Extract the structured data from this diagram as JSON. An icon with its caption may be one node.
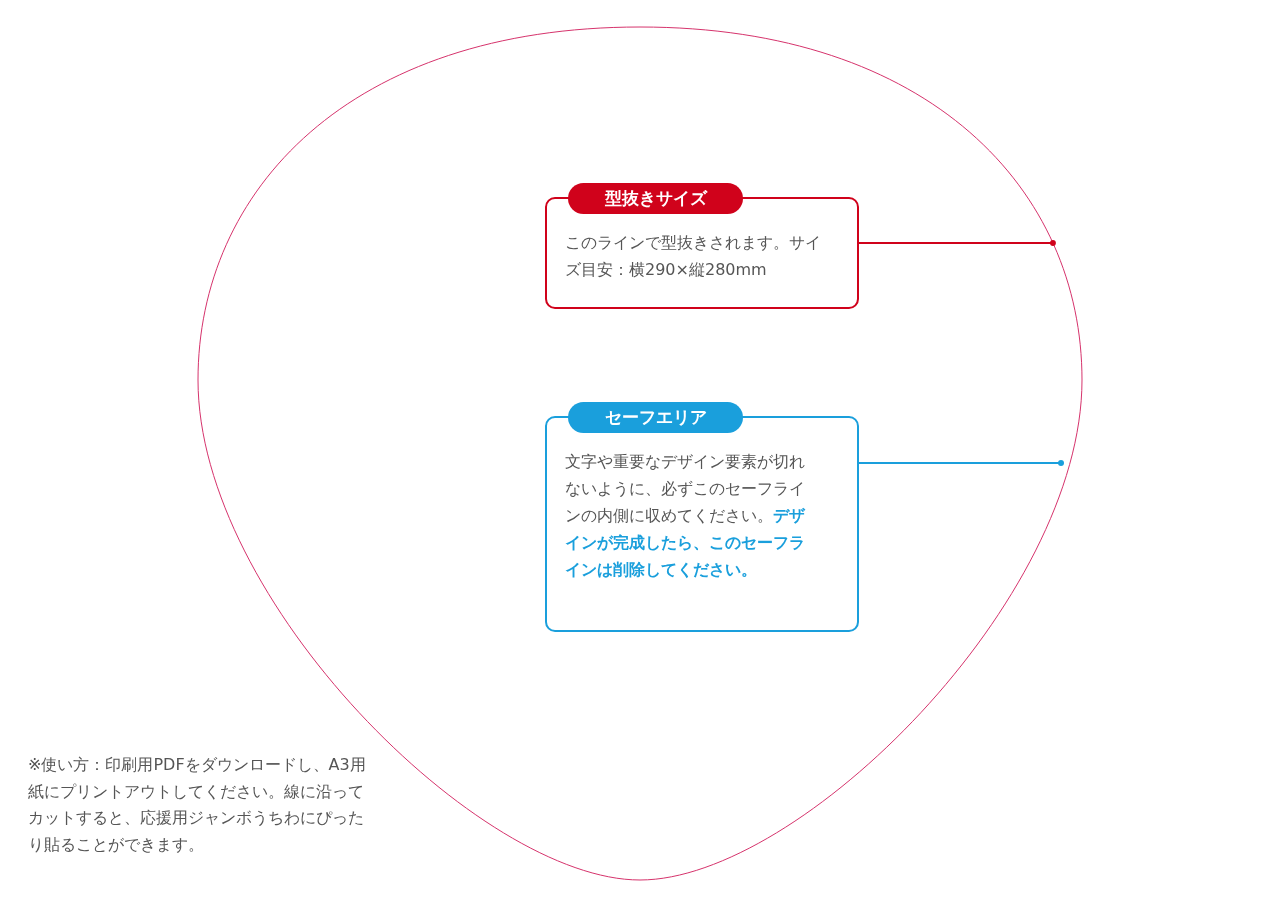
{
  "diagram": {
    "nodes": [
      {
        "text": [],
        "shape": "circle"
      },
      {
        "text": [
          "型抜きサイズ",
          "このラインで型抜きされます。サイズ目安：横290×縦280mm"
        ],
        "in": 0
      },
      {
        "text": [
          "セーフエリア",
          "文字や重要なデザイン要素が切れないように、必ずこのセーフラインの内側に収めてください。**デザインが完成したら、このセーフラインは削除してください。**"
        ],
        "in": 0
      }
    ],
    "edges": [
      {
        "from": 1,
        "to": 0,
        "arrow": "other",
        "color": "#d0021b"
      },
      {
        "from": 2,
        "to": null,
        "arrow": "other",
        "color": "#1a9fdc"
      }
    ],
    "labels": [
      "※使い方：印刷用PDFをダウンロードし、A3用紙にプリントアウトしてください。線に沿ってカットすると、応援用ジャンボうちわにぴったり貼ることができます。"
    ]
  }
}
